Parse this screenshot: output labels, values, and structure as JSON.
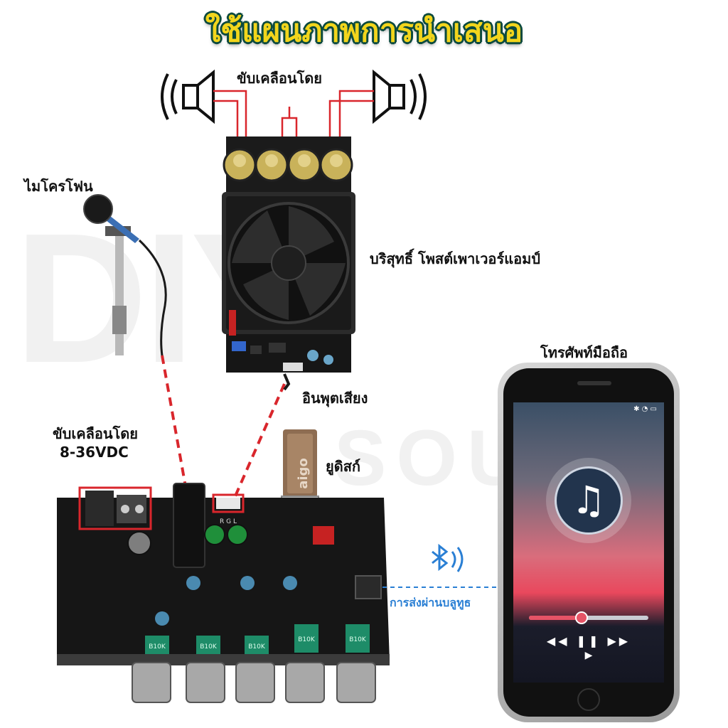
{
  "title": "ใช้แผนภาพการนำเสนอ",
  "watermark": {
    "main": "DIY",
    "sub": "SOUND"
  },
  "labels": {
    "speakers_drive": "ขับเคลือนโดย",
    "microphone": "ไมโครโฟน",
    "power_amp": "บริสุทธิ์ โพสต์เพาเวอร์แอมป์",
    "phone": "โทรศัพท์มือถือ",
    "audio_input": "อินพุตเสียง",
    "driven_by": "ขับเคลือนโดย",
    "voltage": "8-36VDC",
    "usb_disk": "ยูดิสก์",
    "bluetooth": "การส่งผ่านบลูทูธ"
  },
  "board_text": {
    "knob_values": [
      "B10K",
      "B10K",
      "B10K",
      "B10K",
      "B10K"
    ],
    "connector_pins": "R G L",
    "usb_brand": "aigo"
  },
  "phone_ui": {
    "status_icons": "✱ ◔ ▭",
    "music_icon": "♫",
    "playback_progress": 0.44,
    "controls": "◀◀ ❚❚ ▶▶",
    "play": "▶"
  },
  "colors": {
    "title_fill": "#f2d51c",
    "title_outline": "#0c4a3e",
    "wire_red": "#d9262c",
    "bluetooth_blue": "#2a7fd4",
    "board_black": "#161616"
  }
}
